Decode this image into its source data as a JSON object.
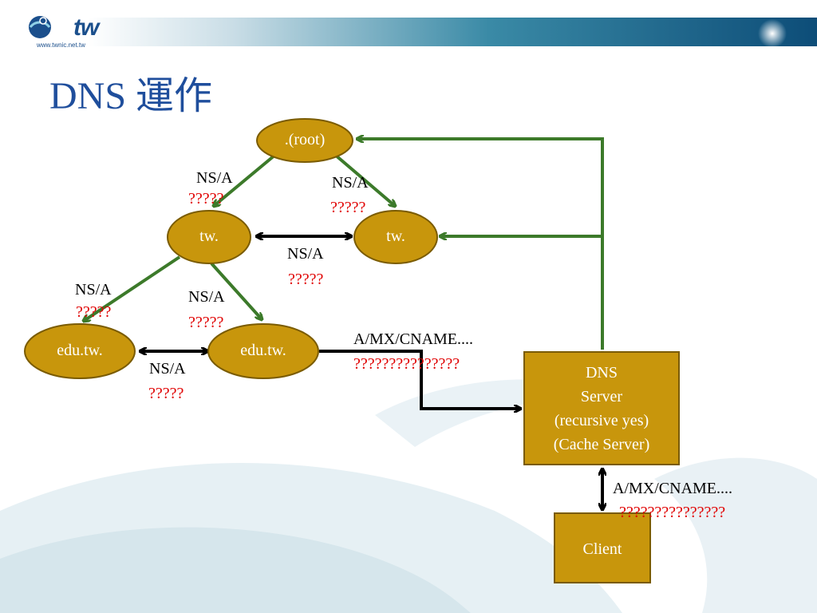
{
  "header": {
    "logo_text": "tw",
    "logo_url": "www.twnic.net.tw"
  },
  "title": "DNS 運作",
  "nodes": {
    "root": ".(root)",
    "tw_left": "tw.",
    "tw_right": "tw.",
    "edu_left": "edu.tw.",
    "edu_right": "edu.tw."
  },
  "dns_server": {
    "line1": "DNS",
    "line2": "Server",
    "line3": "(recursive yes)",
    "line4": "(Cache Server)"
  },
  "client": "Client",
  "labels": {
    "nsa_1": "NS/A",
    "q_1": "?????",
    "nsa_2": "NS/A",
    "q_2": "?????",
    "nsa_3": "NS/A",
    "q_3": "?????",
    "nsa_4": "NS/A",
    "q_4": "?????",
    "nsa_5": "NS/A",
    "q_5": "?????",
    "nsa_6": "NS/A",
    "q_6": "?????",
    "amx_1": "A/MX/CNAME....",
    "amx_q_1": "???????????????",
    "amx_2": "A/MX/CNAME....",
    "amx_q_2": "???????????????"
  },
  "colors": {
    "node_fill": "#c8960c",
    "node_stroke": "#7a5b00",
    "green_arrow": "#3c7a2a",
    "black_arrow": "#000000",
    "title": "#1f4e9c",
    "red_text": "#e00000"
  }
}
